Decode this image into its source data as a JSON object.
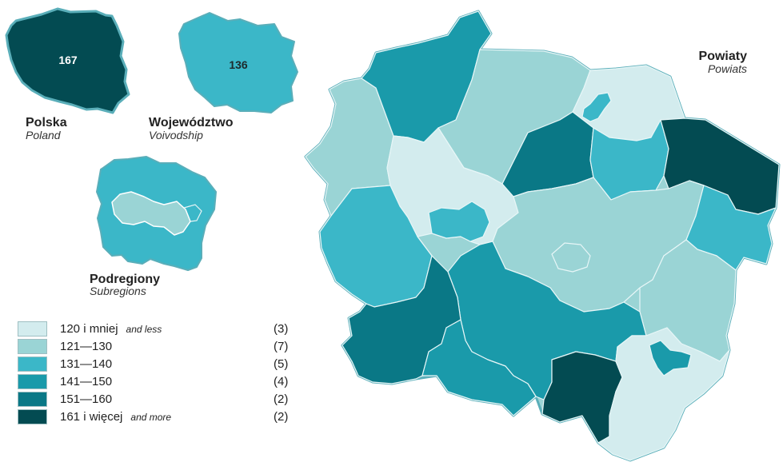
{
  "colors": {
    "c1": "#d3ecee",
    "c2": "#9ad4d5",
    "c3": "#3bb7c8",
    "c4": "#1a9aaa",
    "c5": "#0a7886",
    "c6": "#034b52",
    "outline": "#5aaeb9"
  },
  "poland": {
    "label": "Polska",
    "sublabel": "Poland",
    "value": "167"
  },
  "voivodship": {
    "label": "Województwo",
    "sublabel": "Voivodship",
    "value": "136"
  },
  "subregions": {
    "label": "Podregiony",
    "sublabel": "Subregions"
  },
  "powiats": {
    "label": "Powiaty",
    "sublabel": "Powiats"
  },
  "legend": [
    {
      "range": "120 i mniej",
      "note": "and less",
      "count": "(3)",
      "color": "#d3ecee"
    },
    {
      "range": "121—130",
      "note": "",
      "count": "(7)",
      "color": "#9ad4d5"
    },
    {
      "range": "131—140",
      "note": "",
      "count": "(5)",
      "color": "#3bb7c8"
    },
    {
      "range": "141—150",
      "note": "",
      "count": "(4)",
      "color": "#1a9aaa"
    },
    {
      "range": "151—160",
      "note": "",
      "count": "(2)",
      "color": "#0a7886"
    },
    {
      "range": "161 i więcej",
      "note": "and more",
      "count": "(2)",
      "color": "#034b52"
    }
  ]
}
